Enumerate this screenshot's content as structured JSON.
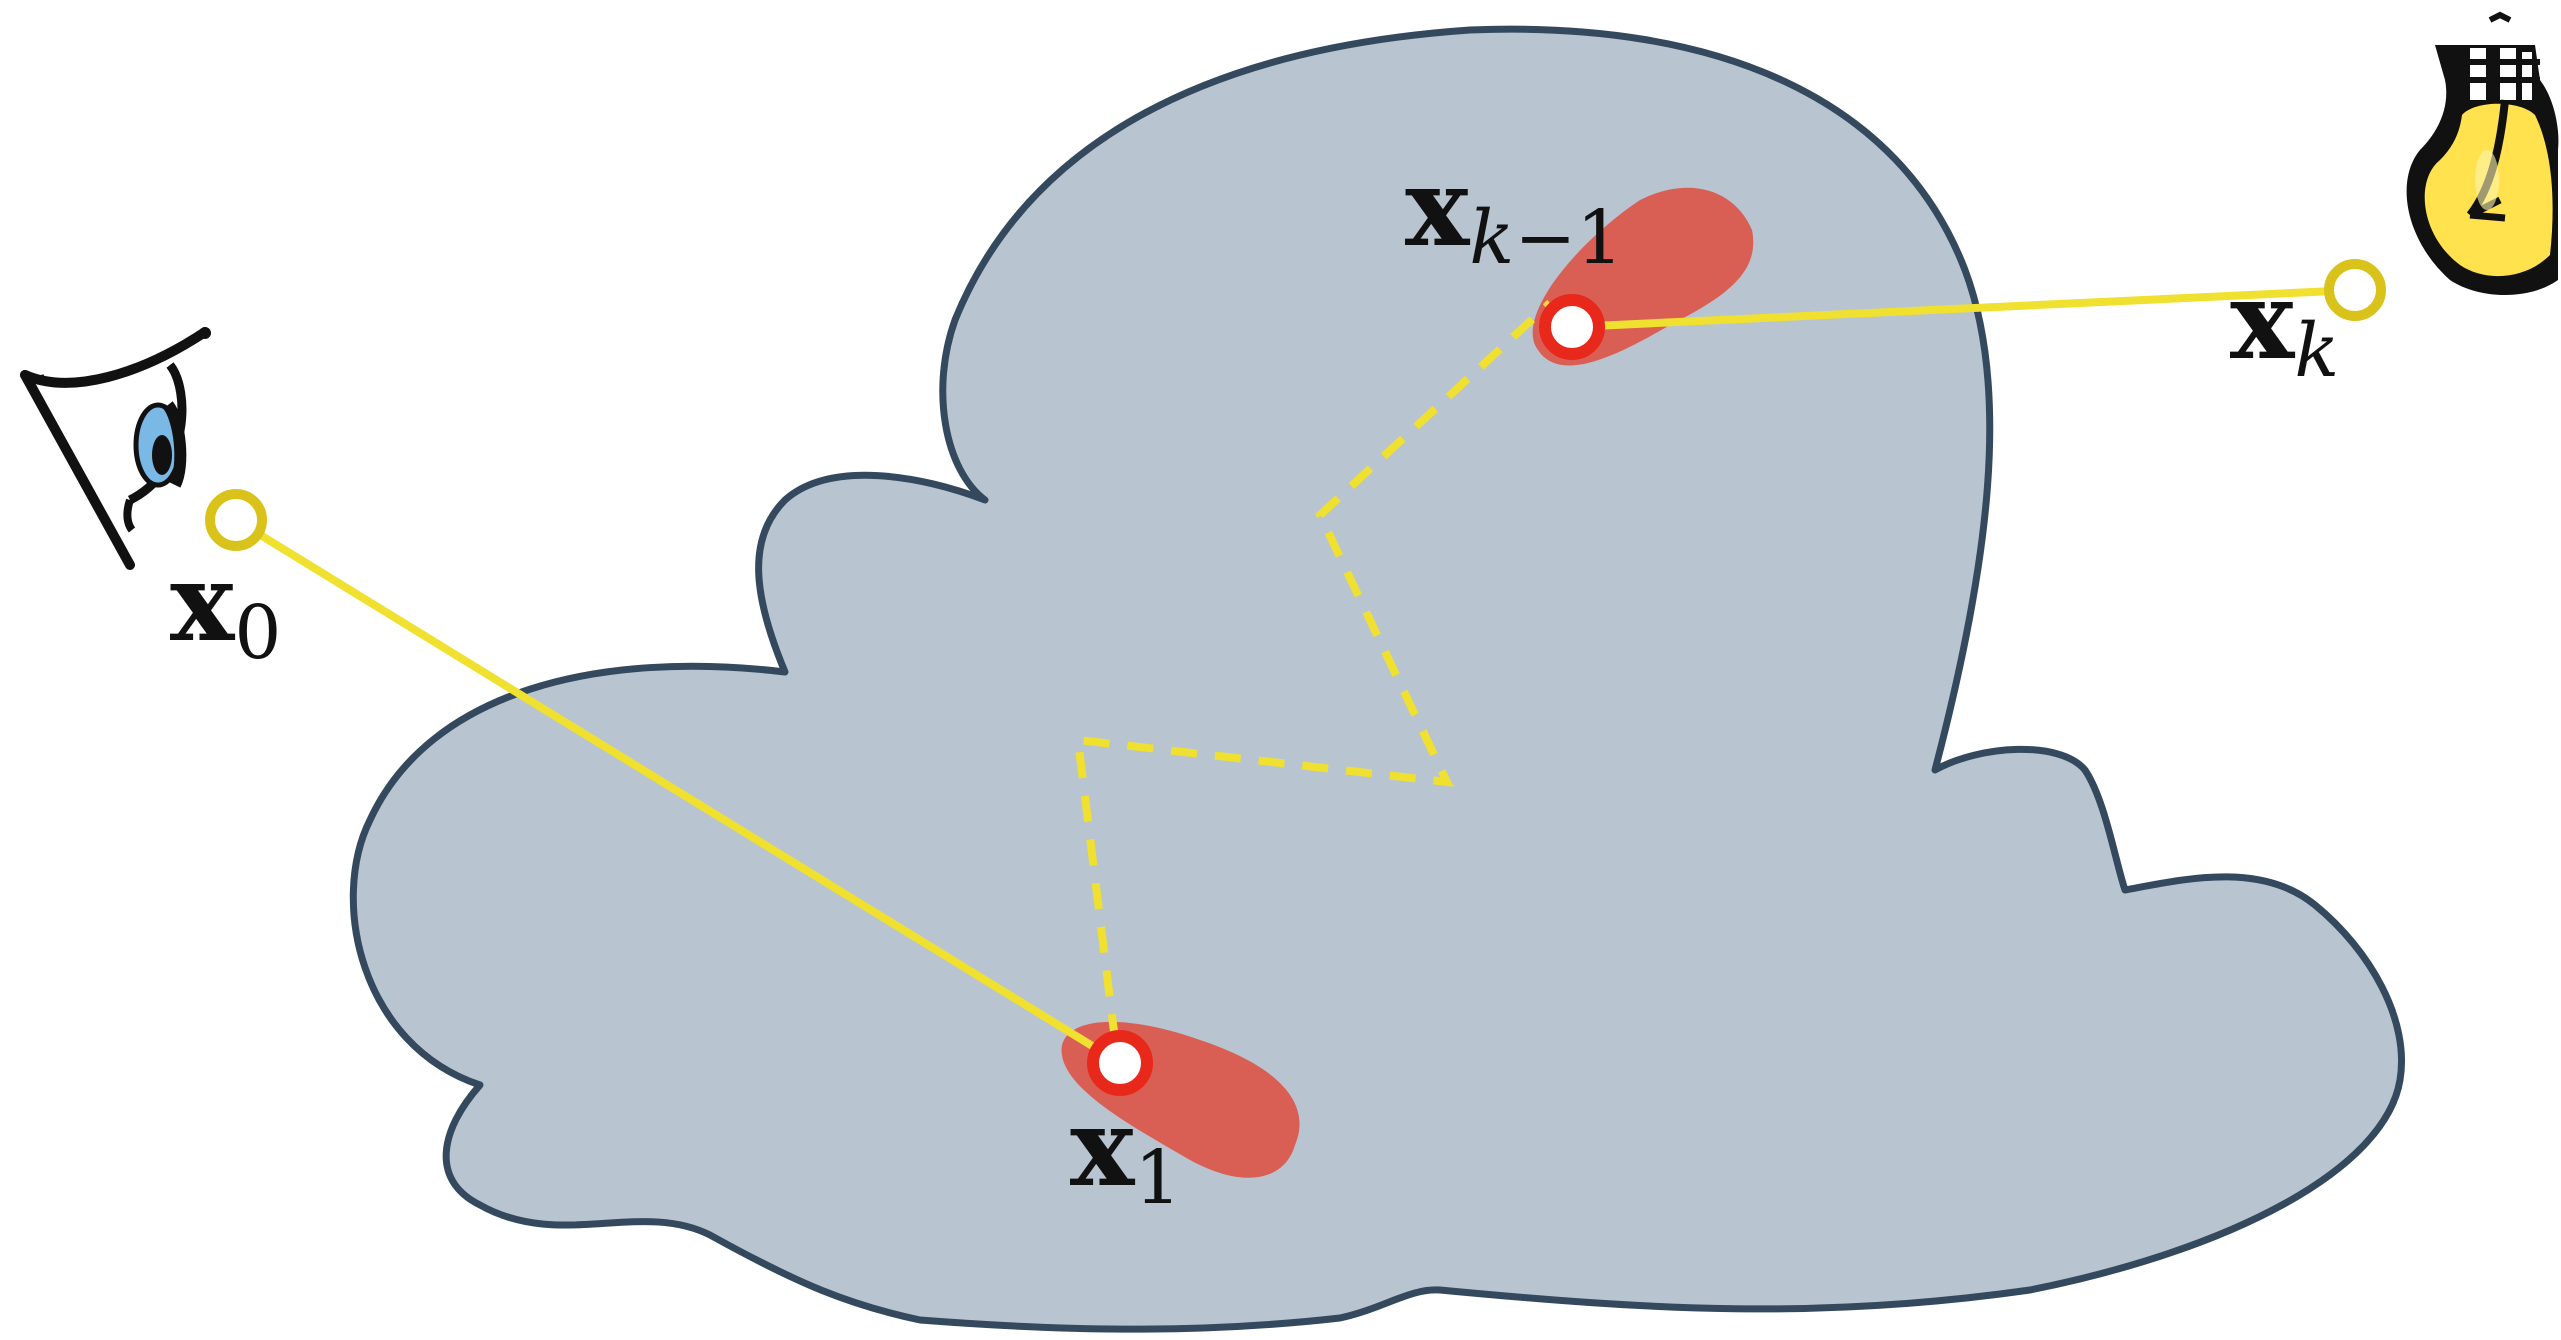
{
  "diagram": {
    "colors": {
      "medium_fill": "#b8c4d0",
      "medium_outline": "#34495e",
      "scatter_blob": "#d95f55",
      "path": "#f0e030",
      "vertex_ring_red": "#e8281a",
      "vertex_ring_yellow": "#d9c21a",
      "bulb_glass": "#ffe24d",
      "eye_iris": "#7ab8e6"
    },
    "icons": {
      "eye": "eye-icon",
      "light": "light-bulb-icon"
    },
    "labels": {
      "x0": {
        "base": "x",
        "sub": "0"
      },
      "x1": {
        "base": "x",
        "sub": "1"
      },
      "xk1": {
        "base": "x",
        "sub_italic": "k",
        "sub_rest": "−1"
      },
      "xk": {
        "base": "x",
        "sub_italic": "k"
      }
    }
  }
}
